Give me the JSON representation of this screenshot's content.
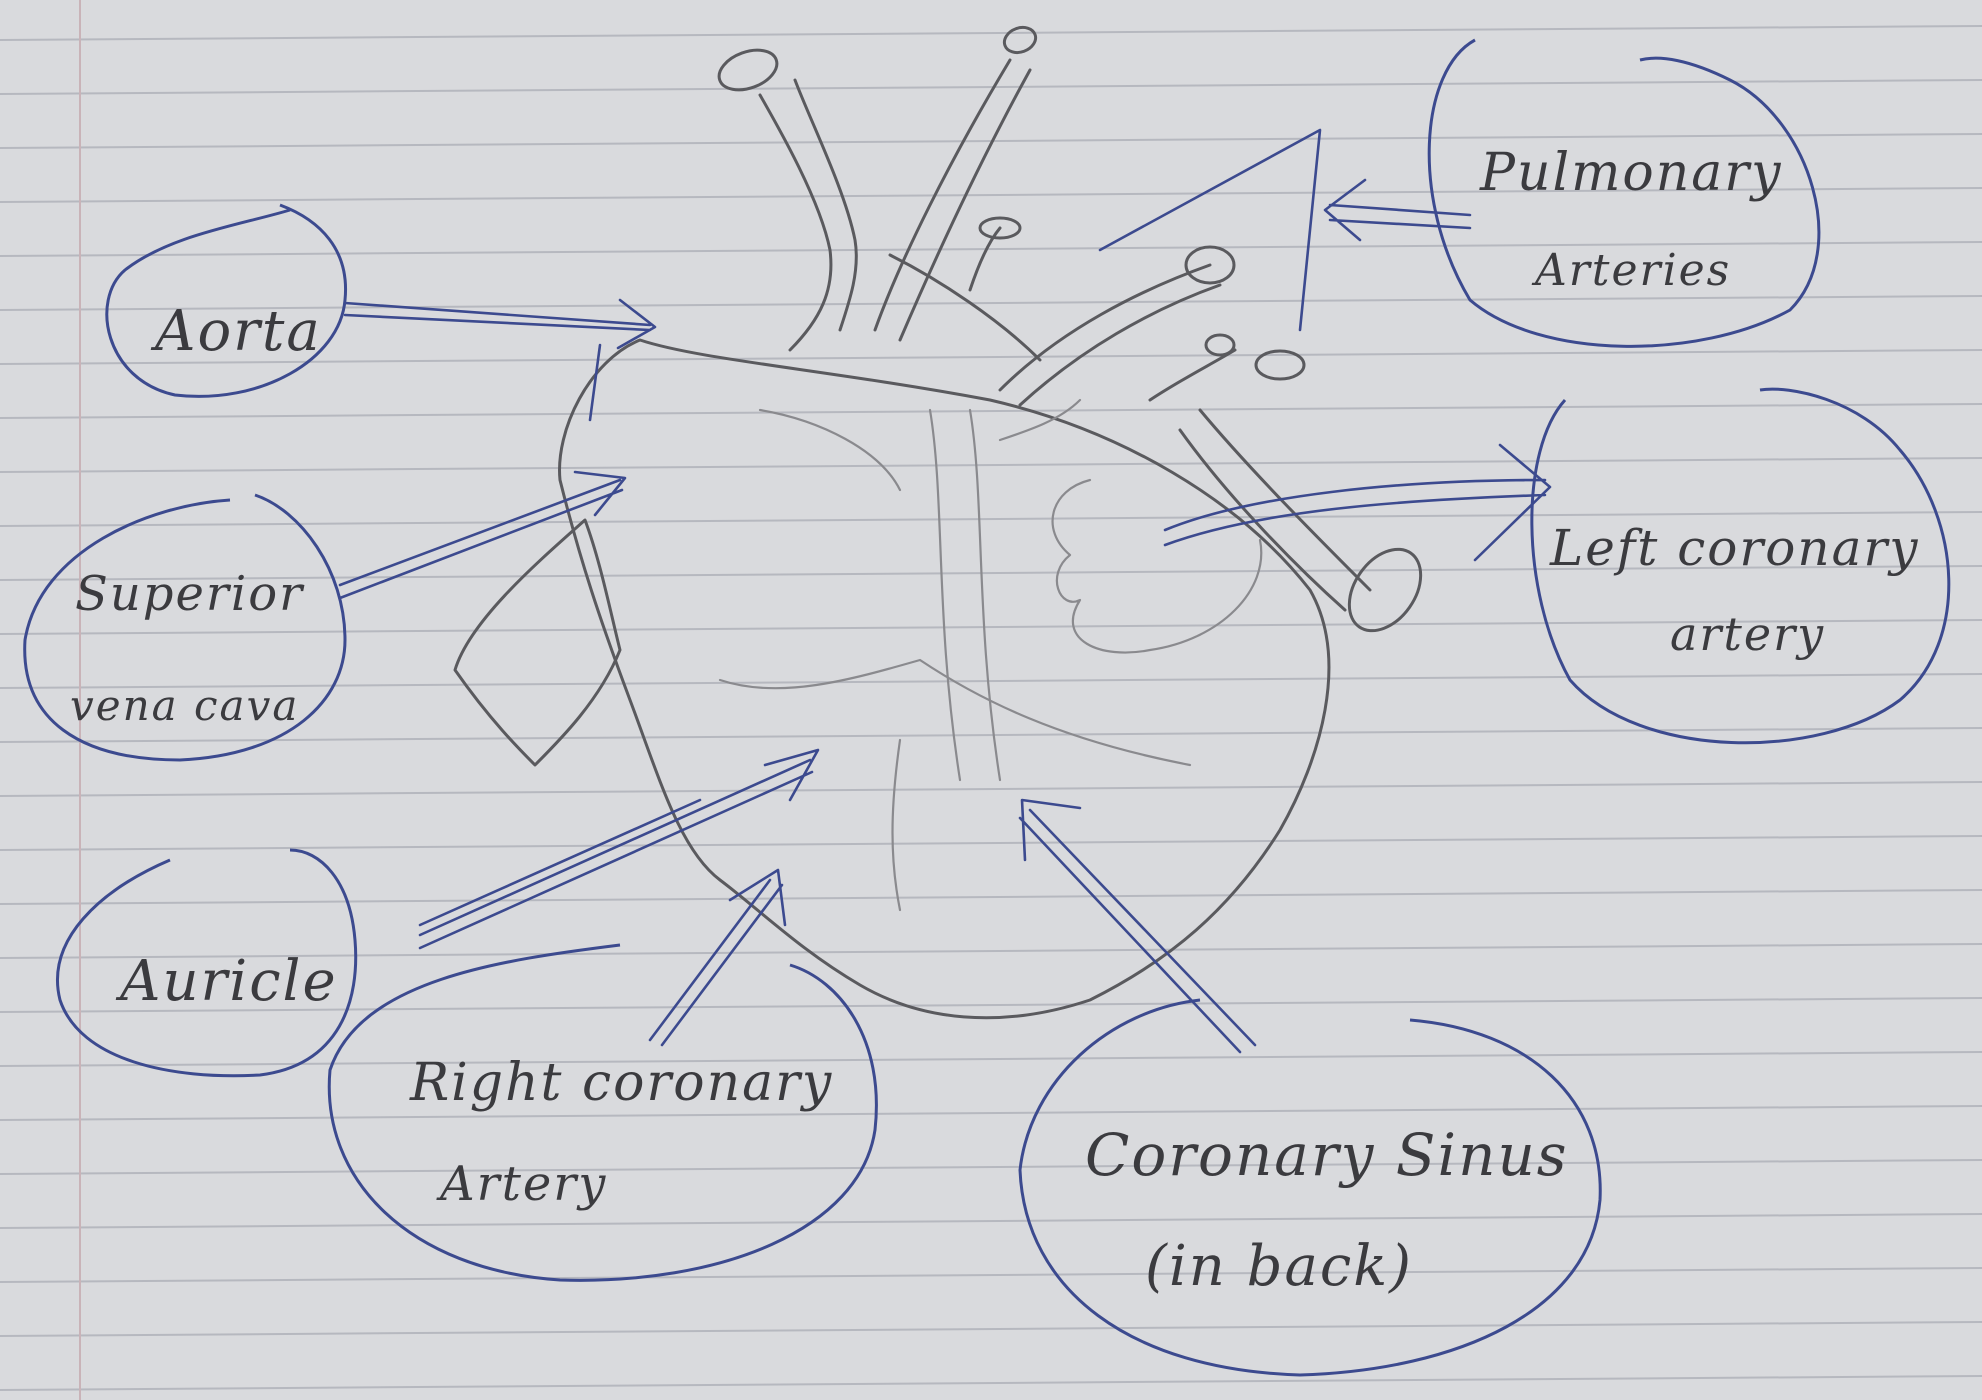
{
  "diagram": {
    "labels": {
      "aorta": "Aorta",
      "pulmonary_line1": "Pulmonary",
      "pulmonary_line2": "Arteries",
      "svc_line1": "Superior",
      "svc_line2": "vena cava",
      "left_coronary_line1": "Left coronary",
      "left_coronary_line2": "artery",
      "auricle": "Auricle",
      "right_coronary_line1": "Right coronary",
      "right_coronary_line2": "Artery",
      "coronary_sinus_line1": "Coronary Sinus",
      "coronary_sinus_line2": "(in back)"
    },
    "colors": {
      "ink": "#3c4a8f",
      "pencil": "#5a5a5e",
      "paper": "#d9dadd"
    }
  }
}
